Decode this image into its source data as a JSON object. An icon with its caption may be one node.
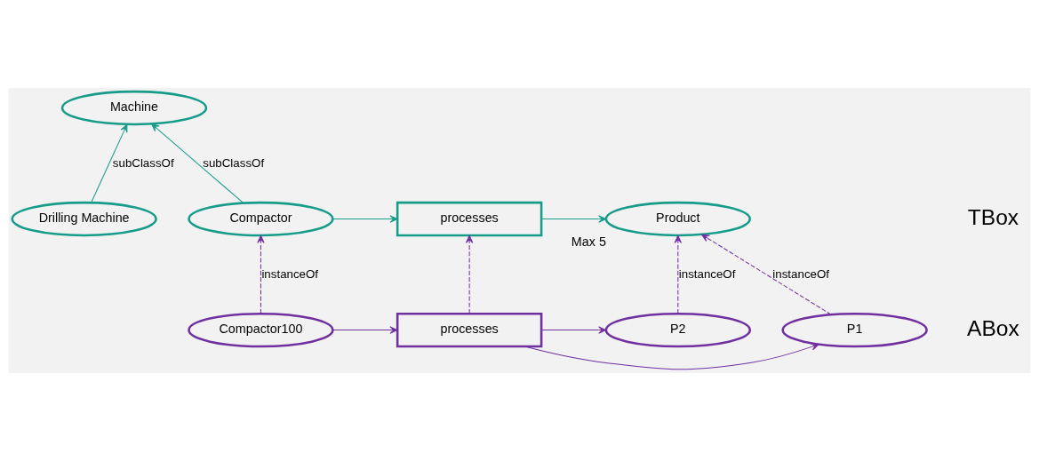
{
  "diagram": {
    "nodes": [
      {
        "text": [
          "Machine"
        ]
      },
      {
        "text": [
          "Drilling Machine"
        ]
      },
      {
        "text": [
          "Compactor"
        ]
      },
      {
        "text": [
          "processes"
        ]
      },
      {
        "text": [
          "Product"
        ],
        "beside": [
          "Max 5"
        ]
      },
      {
        "text": [
          "Compactor100"
        ]
      },
      {
        "text": [
          "processes"
        ]
      },
      {
        "text": [
          "P1"
        ]
      },
      {
        "text": [
          "P2"
        ]
      }
    ],
    "edges": [
      {
        "from": 1,
        "to": 0,
        "arrow": "to",
        "label": "subClassOf",
        "color": "#179c8a"
      },
      {
        "from": 2,
        "to": 0,
        "arrow": "to",
        "label": "subClassOf",
        "color": "#179c8a"
      },
      {
        "from": 2,
        "to": 3,
        "arrow": "to",
        "color": "#179c8a"
      },
      {
        "from": 3,
        "to": 4,
        "arrow": "to",
        "color": "#179c8a"
      },
      {
        "from": 5,
        "to": 2,
        "arrow": "to",
        "label": "instanceOf",
        "style": "dashed"
      },
      {
        "from": 6,
        "to": 3,
        "arrow": "to",
        "style": "dashed"
      },
      {
        "from": 7,
        "to": 4,
        "arrow": "to",
        "label": "instanceOf",
        "style": "dashed"
      },
      {
        "from": 8,
        "to": 4,
        "arrow": "to",
        "label": "instanceOf",
        "style": "dashed"
      },
      {
        "from": 5,
        "to": 6,
        "arrow": "to"
      },
      {
        "from": 6,
        "to": 7,
        "arrow": "to"
      },
      {
        "from": 6,
        "to": 8,
        "arrow": "to"
      }
    ],
    "labels": [
      "TBox",
      "ABox"
    ]
  }
}
